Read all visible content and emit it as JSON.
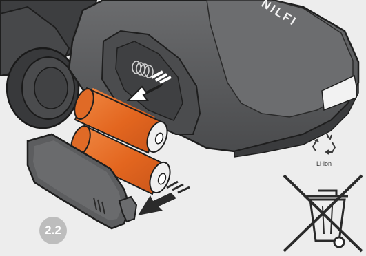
{
  "device": {
    "brand": "NILFI"
  },
  "step": {
    "label": "2.2"
  },
  "recycle": {
    "label": "Li-ion"
  },
  "colors": {
    "background": "#ededed",
    "device_body": "#5a5b5d",
    "battery_orange": "#e66d26",
    "battery_cap": "#efefef",
    "arrow": "#2b2b2b"
  },
  "icons": [
    "recycle-icon",
    "crossed-out-bin-icon",
    "spring-icon",
    "arrow-icon"
  ]
}
